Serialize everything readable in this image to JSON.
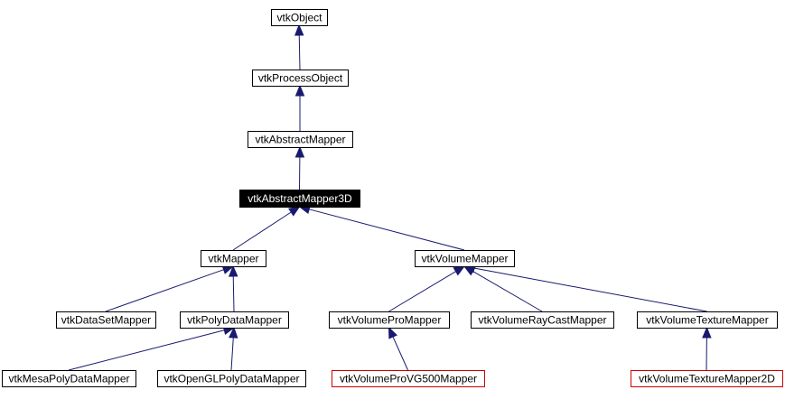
{
  "nodes": [
    {
      "id": "vtkObject",
      "label": "vtkObject",
      "style": "normal"
    },
    {
      "id": "vtkProcessObject",
      "label": "vtkProcessObject",
      "style": "normal"
    },
    {
      "id": "vtkAbstractMapper",
      "label": "vtkAbstractMapper",
      "style": "normal"
    },
    {
      "id": "vtkAbstractMapper3D",
      "label": "vtkAbstractMapper3D",
      "style": "current"
    },
    {
      "id": "vtkMapper",
      "label": "vtkMapper",
      "style": "normal"
    },
    {
      "id": "vtkVolumeMapper",
      "label": "vtkVolumeMapper",
      "style": "normal"
    },
    {
      "id": "vtkDataSetMapper",
      "label": "vtkDataSetMapper",
      "style": "normal"
    },
    {
      "id": "vtkPolyDataMapper",
      "label": "vtkPolyDataMapper",
      "style": "normal"
    },
    {
      "id": "vtkVolumeProMapper",
      "label": "vtkVolumeProMapper",
      "style": "normal"
    },
    {
      "id": "vtkVolumeRayCastMapper",
      "label": "vtkVolumeRayCastMapper",
      "style": "normal"
    },
    {
      "id": "vtkVolumeTextureMapper",
      "label": "vtkVolumeTextureMapper",
      "style": "normal"
    },
    {
      "id": "vtkMesaPolyDataMapper",
      "label": "vtkMesaPolyDataMapper",
      "style": "normal"
    },
    {
      "id": "vtkOpenGLPolyDataMapper",
      "label": "vtkOpenGLPolyDataMapper",
      "style": "normal"
    },
    {
      "id": "vtkVolumeProVG500Mapper",
      "label": "vtkVolumeProVG500Mapper",
      "style": "external"
    },
    {
      "id": "vtkVolumeTextureMapper2D",
      "label": "vtkVolumeTextureMapper2D",
      "style": "external"
    }
  ],
  "edges": [
    {
      "from": "vtkProcessObject",
      "to": "vtkObject"
    },
    {
      "from": "vtkAbstractMapper",
      "to": "vtkProcessObject"
    },
    {
      "from": "vtkAbstractMapper3D",
      "to": "vtkAbstractMapper"
    },
    {
      "from": "vtkMapper",
      "to": "vtkAbstractMapper3D"
    },
    {
      "from": "vtkVolumeMapper",
      "to": "vtkAbstractMapper3D"
    },
    {
      "from": "vtkDataSetMapper",
      "to": "vtkMapper"
    },
    {
      "from": "vtkPolyDataMapper",
      "to": "vtkMapper"
    },
    {
      "from": "vtkVolumeProMapper",
      "to": "vtkVolumeMapper"
    },
    {
      "from": "vtkVolumeRayCastMapper",
      "to": "vtkVolumeMapper"
    },
    {
      "from": "vtkVolumeTextureMapper",
      "to": "vtkVolumeMapper"
    },
    {
      "from": "vtkMesaPolyDataMapper",
      "to": "vtkPolyDataMapper"
    },
    {
      "from": "vtkOpenGLPolyDataMapper",
      "to": "vtkPolyDataMapper"
    },
    {
      "from": "vtkVolumeProVG500Mapper",
      "to": "vtkVolumeProMapper"
    },
    {
      "from": "vtkVolumeTextureMapper2D",
      "to": "vtkVolumeTextureMapper"
    }
  ],
  "colors": {
    "edge": "#191970",
    "box_border": "#000000",
    "external_border": "#cc0000",
    "current_fill": "#000000",
    "current_text": "#ffffff",
    "text": "#000000",
    "background": "#ffffff"
  }
}
